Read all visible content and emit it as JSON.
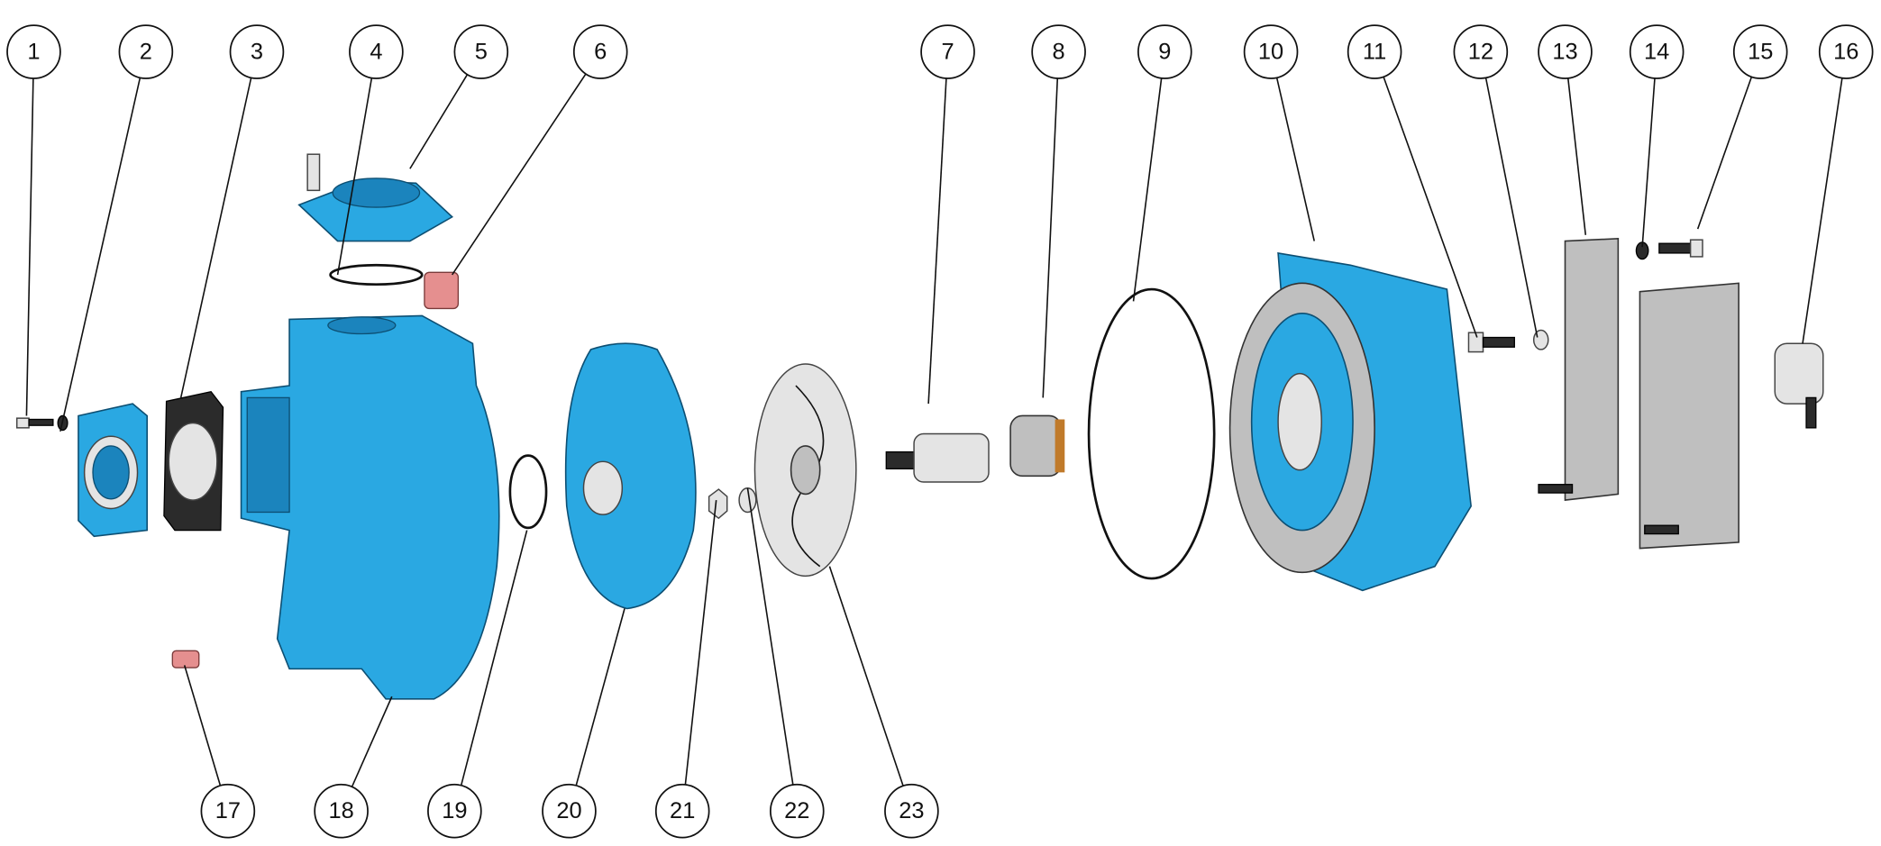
{
  "title": "Pump exploded view",
  "colors": {
    "part_blue": "#2aa8e2",
    "part_gray": "#bfbfbf",
    "accent_pink": "#e58f8f"
  },
  "balloons": [
    {
      "id": 1,
      "label": "1"
    },
    {
      "id": 2,
      "label": "2"
    },
    {
      "id": 3,
      "label": "3"
    },
    {
      "id": 4,
      "label": "4"
    },
    {
      "id": 5,
      "label": "5"
    },
    {
      "id": 6,
      "label": "6"
    },
    {
      "id": 7,
      "label": "7"
    },
    {
      "id": 8,
      "label": "8"
    },
    {
      "id": 9,
      "label": "9"
    },
    {
      "id": 10,
      "label": "10"
    },
    {
      "id": 11,
      "label": "11"
    },
    {
      "id": 12,
      "label": "12"
    },
    {
      "id": 13,
      "label": "13"
    },
    {
      "id": 14,
      "label": "14"
    },
    {
      "id": 15,
      "label": "15"
    },
    {
      "id": 16,
      "label": "16"
    },
    {
      "id": 17,
      "label": "17"
    },
    {
      "id": 18,
      "label": "18"
    },
    {
      "id": 19,
      "label": "19"
    },
    {
      "id": 20,
      "label": "20"
    },
    {
      "id": 21,
      "label": "21"
    },
    {
      "id": 22,
      "label": "22"
    },
    {
      "id": 23,
      "label": "23"
    }
  ]
}
